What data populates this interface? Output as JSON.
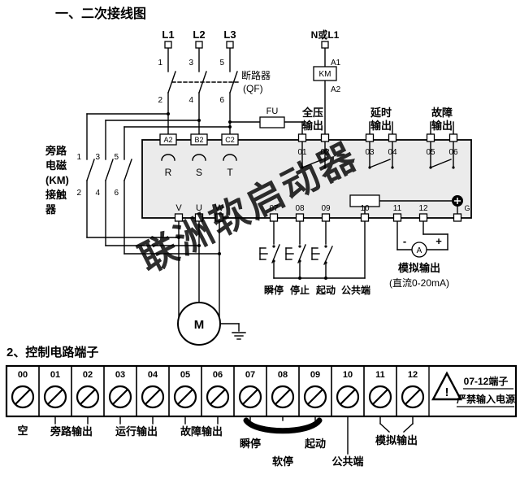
{
  "colors": {
    "watermark": "#3a57c4",
    "block_fill": "#ebebeb"
  },
  "section1": {
    "title": "一、二次接线图",
    "phases": [
      "L1",
      "L2",
      "L3"
    ],
    "pole_top": [
      "1",
      "3",
      "5"
    ],
    "pole_bottom": [
      "2",
      "4",
      "6"
    ],
    "breaker_name": "断路器",
    "breaker_code": "(QF)",
    "neutral": "N或L1",
    "coil_a1": "A1",
    "coil_km": "KM",
    "coil_a2": "A2",
    "fuse": "FU",
    "out1a": "全压",
    "out1b": "输出",
    "out2a": "延时",
    "out2b": "输出",
    "out3a": "故障",
    "out3b": "输出",
    "t01": "01",
    "t02": "02",
    "t03": "03",
    "t04": "04",
    "t05": "05",
    "t06": "06",
    "inA": "A2",
    "inB": "B2",
    "inC": "C2",
    "r": "R",
    "s": "S",
    "t": "T",
    "v": "V",
    "u": "U",
    "w": "W",
    "t07": "07",
    "t08": "08",
    "t09": "09",
    "t10": "10",
    "t11": "11",
    "t12": "12",
    "g": "G",
    "bypass1": "旁路",
    "bypass2": "电磁",
    "bypass3": "(KM)",
    "bypass4": "接触",
    "bypass5": "器",
    "btn_instant": "瞬停",
    "btn_stop": "停止",
    "btn_start": "起动",
    "btn_common": "公共端",
    "minus": "-",
    "meter": "A",
    "plus": "+",
    "analog_label": "模拟输出",
    "analog_range": "(直流0-20mA)",
    "motor": "M",
    "watermark": "联洲软启动器"
  },
  "section2": {
    "title": "2、控制电路端子",
    "terminals": [
      "00",
      "01",
      "02",
      "03",
      "04",
      "05",
      "06",
      "07",
      "08",
      "09",
      "10",
      "11",
      "12"
    ],
    "lbl_empty": "空",
    "lbl_bypass": "旁路输出",
    "lbl_run": "运行输出",
    "lbl_fault": "故障输出",
    "lbl_instant": "瞬停",
    "lbl_soft": "软停",
    "lbl_start": "起动",
    "lbl_common": "公共端",
    "lbl_analog": "模拟输出",
    "warn_mark": "!",
    "warn1": "07-12端子",
    "warn2": "严禁输入电源"
  }
}
